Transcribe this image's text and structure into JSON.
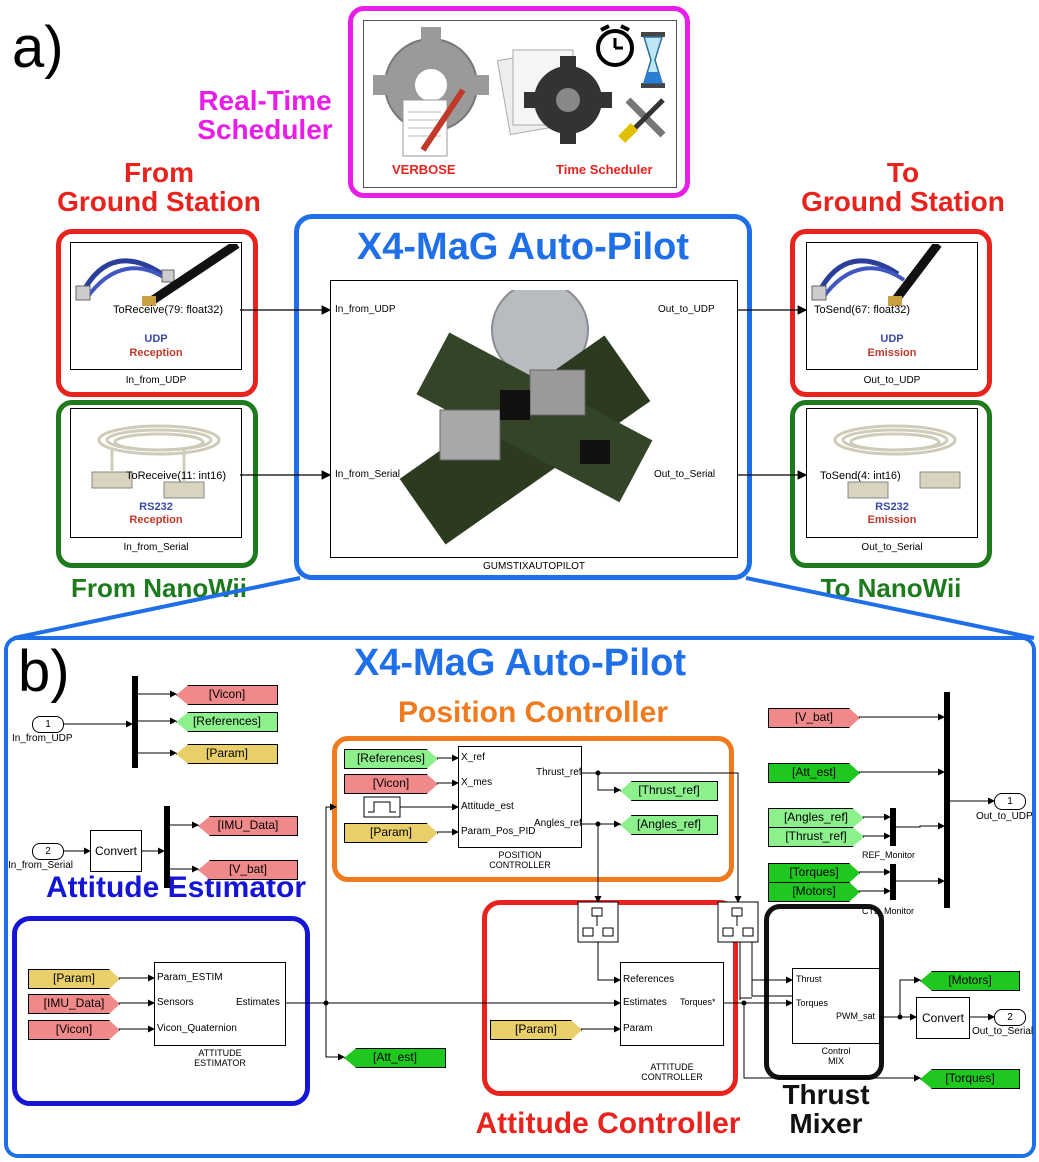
{
  "panel_a": {
    "label": "a)",
    "scheduler_title": "Real-Time\nScheduler",
    "verbose": "VERBOSE",
    "time_scheduler": "Time Scheduler",
    "from_gs": "From\nGround Station",
    "to_gs": "To\nGround Station",
    "autopilot_title": "X4-MaG Auto-Pilot",
    "from_nanowii": "From NanoWii",
    "to_nanowii": "To NanoWii",
    "udp_rx": {
      "port": "ToReceive(79: float32)",
      "proto": "UDP",
      "kind": "Reception",
      "name": "In_from_UDP"
    },
    "serial_rx": {
      "port": "ToReceive(11: int16)",
      "proto": "RS232",
      "kind": "Reception",
      "name": "In_from_Serial"
    },
    "udp_tx": {
      "port": "ToSend(67: float32)",
      "proto": "UDP",
      "kind": "Emission",
      "name": "Out_to_UDP"
    },
    "serial_tx": {
      "port": "ToSend(4: int16)",
      "proto": "RS232",
      "kind": "Emission",
      "name": "Out_to_Serial"
    },
    "gumstix": {
      "in_udp": "In_from_UDP",
      "in_serial": "In_from_Serial",
      "out_udp": "Out_to_UDP",
      "out_serial": "Out_to_Serial",
      "name": "GUMSTIXAUTOPILOT"
    }
  },
  "panel_b": {
    "label": "b)",
    "title": "X4-MaG Auto-Pilot",
    "position_title": "Position Controller",
    "attitude_est_title": "Attitude Estimator",
    "attitude_ctrl_title": "Attitude Controller",
    "thrust_mixer_title": "Thrust\nMixer",
    "in1": {
      "num": "1",
      "name": "In_from_UDP"
    },
    "in2": {
      "num": "2",
      "name": "In_from_Serial"
    },
    "out1": {
      "num": "1",
      "name": "Out_to_UDP"
    },
    "out2": {
      "num": "2",
      "name": "Out_to_Serial"
    },
    "convert": "Convert",
    "tags": {
      "vicon": "[Vicon]",
      "references": "[References]",
      "param": "[Param]",
      "imu": "[IMU_Data]",
      "vbat": "[V_bat]",
      "att_est": "[Att_est]",
      "angles_ref": "[Angles_ref]",
      "thrust_ref": "[Thrust_ref]",
      "torques": "[Torques]",
      "motors": "[Motors]"
    },
    "pos_block": {
      "in": [
        "X_ref",
        "X_mes",
        "Attitude_est",
        "Param_Pos_PID"
      ],
      "out": [
        "Thrust_ref",
        "Angles_ref"
      ],
      "name": "POSITION\nCONTROLLER"
    },
    "est_block": {
      "in": [
        "Param_ESTIM",
        "Sensors",
        "Vicon_Quaternion"
      ],
      "out": "Estimates",
      "name": "ATTITUDE\nESTIMATOR"
    },
    "ctrl_block": {
      "in": [
        "References",
        "Estimates",
        "Param"
      ],
      "out": "Torques*",
      "name": "ATTITUDE\nCONTROLLER"
    },
    "mix_block": {
      "in": [
        "Thrust",
        "Torques"
      ],
      "out": "PWM_sat",
      "name": "Control\nMIX"
    },
    "ref_monitor": "REF_Monitor",
    "ctl_monitor": "CTL_Monitor"
  },
  "colors": {
    "red": "#e8231e",
    "green": "#1d7a1d",
    "blue": "#1e6fe8",
    "magenta": "#e81ee8",
    "orange": "#f07a1e",
    "navy": "#1515d6",
    "black": "#111111",
    "tag_red": "#f08a8a",
    "tag_green": "#8cf08c",
    "tag_yellow": "#e8cf6a",
    "tag_dgreen": "#1ec81e"
  }
}
